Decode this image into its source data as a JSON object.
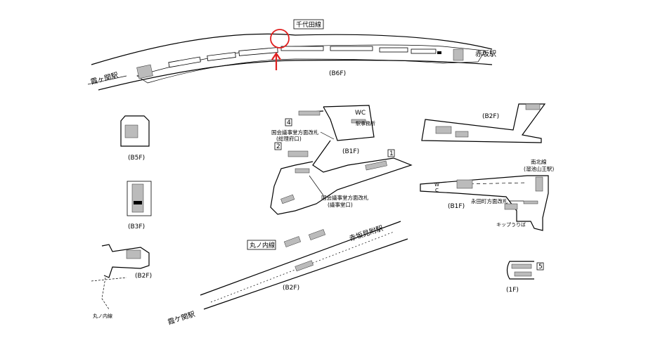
{
  "chiyoda": {
    "line_label": "千代田線",
    "station_left": "霞ヶ関駅",
    "station_right": "赤坂駅",
    "floor": "(B6F)"
  },
  "center_b1f": {
    "exit_4": "4",
    "exit_2": "2",
    "exit_1": "1",
    "gate_upper_line1": "国会議事堂方面改札",
    "gate_upper_line2": "(総理府口)",
    "gate_lower_line1": "国会議事堂方面改札",
    "gate_lower_line2": "(議事堂口)",
    "floor": "(B1F)",
    "wc": "WC",
    "office": "駅事務所"
  },
  "left_small": {
    "b5f": "(B5F)",
    "b3f": "(B3F)",
    "b2f": "(B2F)",
    "marunouchi": "丸ノ内線"
  },
  "marunouchi": {
    "line_label": "丸ノ内線",
    "station_right": "赤坂見附駅",
    "station_left": "霞ケ関駅",
    "floor": "(B2F)"
  },
  "right": {
    "b2f": "(B2F)",
    "namboku_line1": "南北線",
    "namboku_line2": "(溜池山王駅)",
    "wc_w": "W",
    "wc_c": "C",
    "b1f": "(B1F)",
    "gate": "永田町方面改札",
    "tickets": "キップうりば",
    "exit_5": "5",
    "f1": "(1F)"
  },
  "highlight_color": "#e02020"
}
